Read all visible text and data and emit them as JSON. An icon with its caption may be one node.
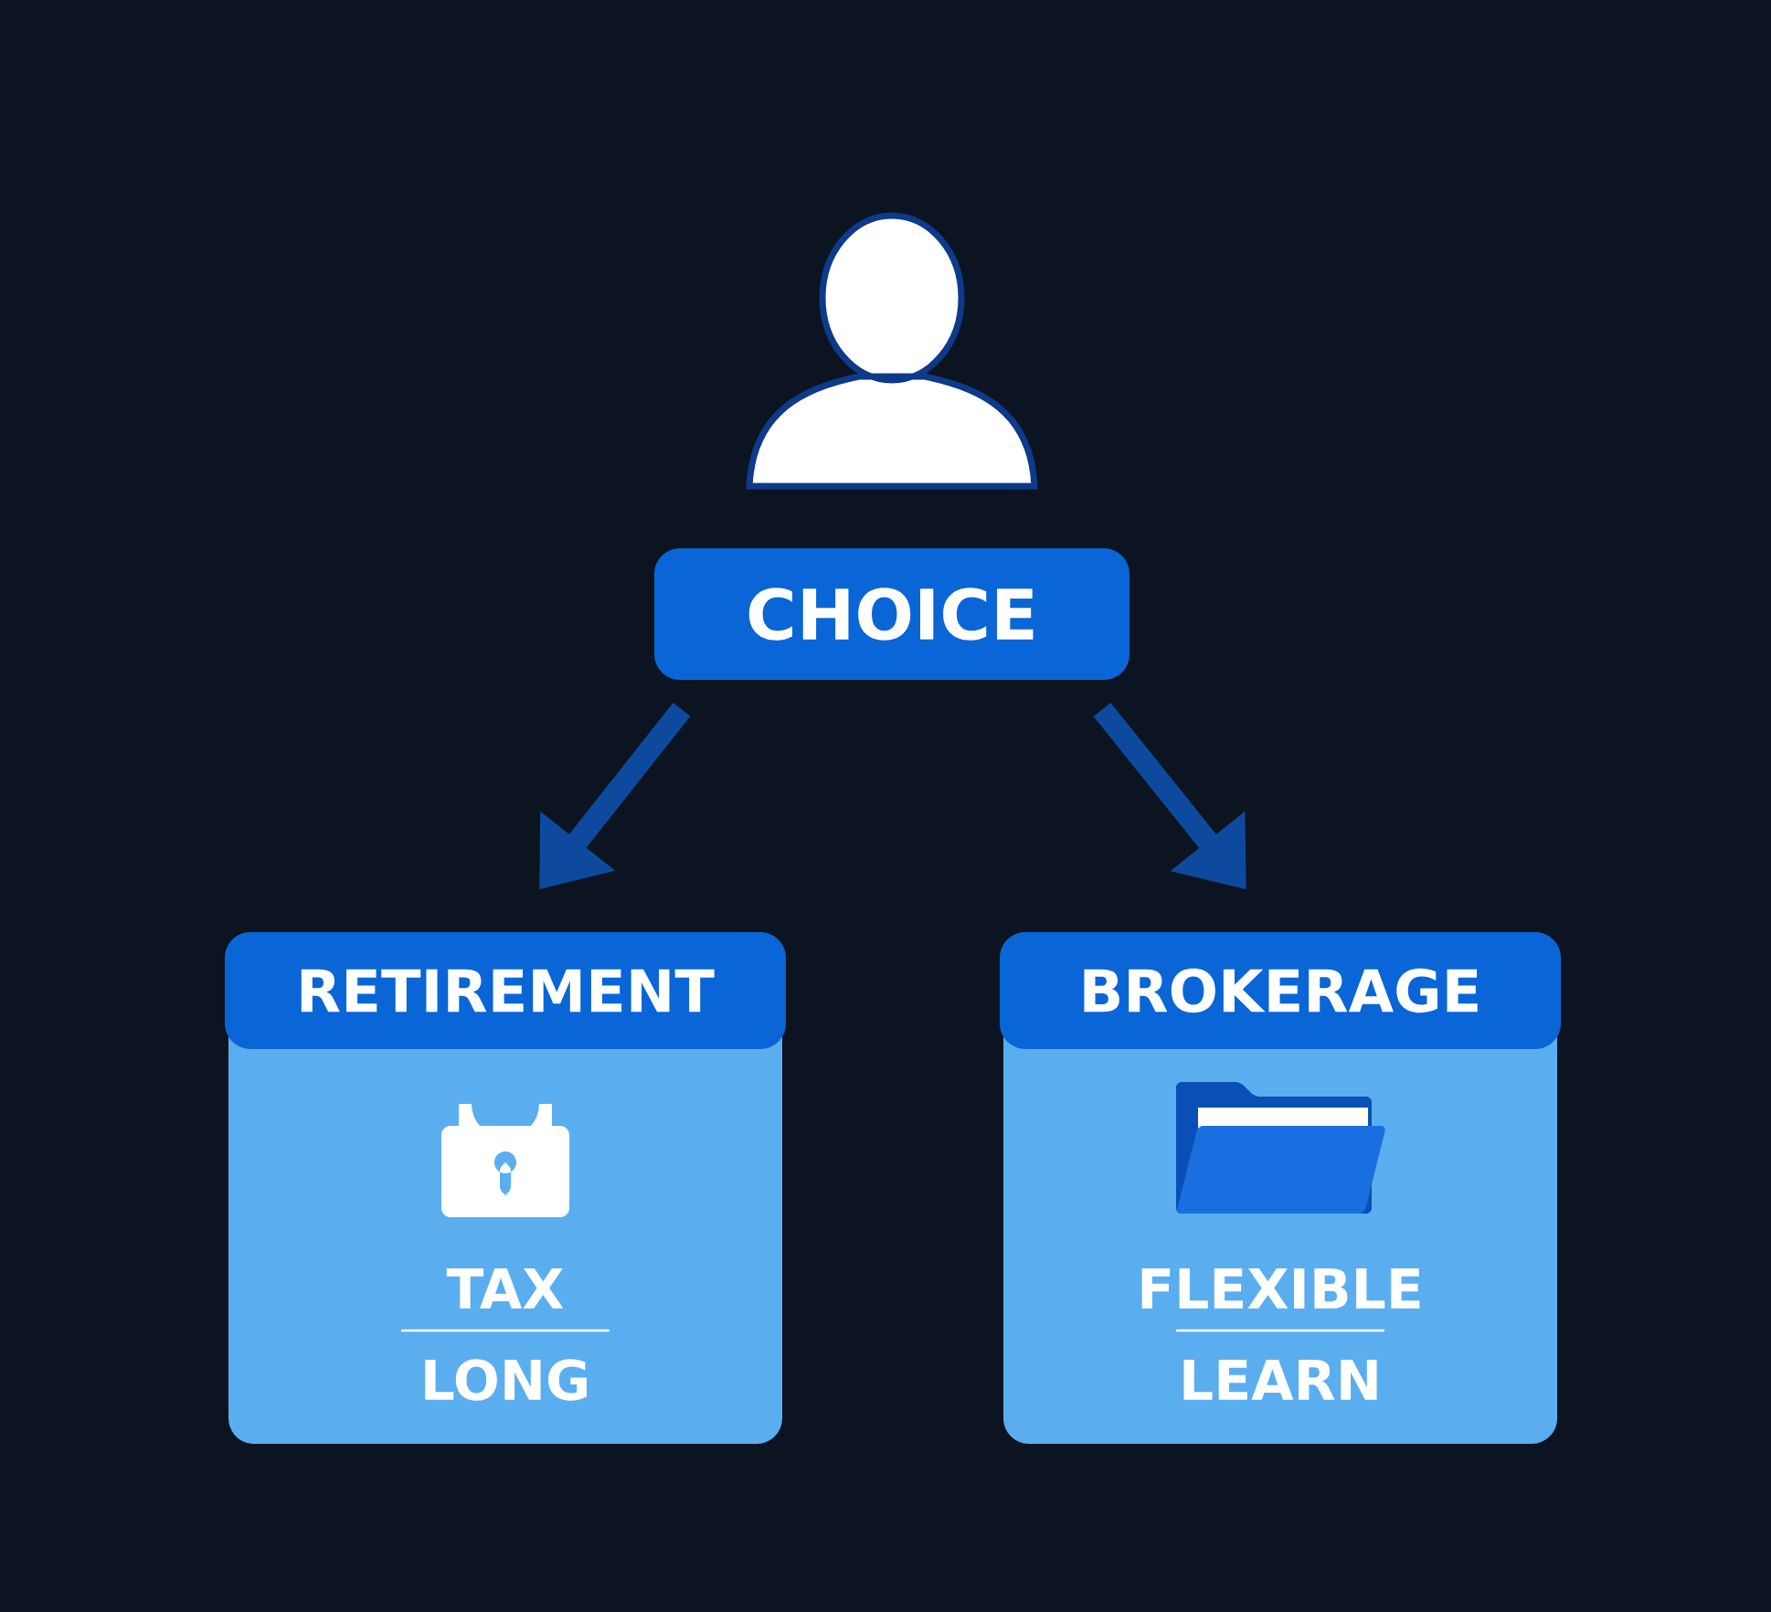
{
  "diagram": {
    "nodes": [
      {
        "text": [
          "CHOICE"
        ]
      },
      {
        "text": [
          "RETIREMENT",
          "TAX",
          "LONG"
        ]
      },
      {
        "text": [
          "BROKERAGE",
          "FLEXIBLE",
          "LEARN"
        ]
      }
    ],
    "edges": [
      {
        "from": 0,
        "to": 1,
        "arrow": "to"
      },
      {
        "from": 0,
        "to": 2,
        "arrow": "to"
      }
    ]
  }
}
